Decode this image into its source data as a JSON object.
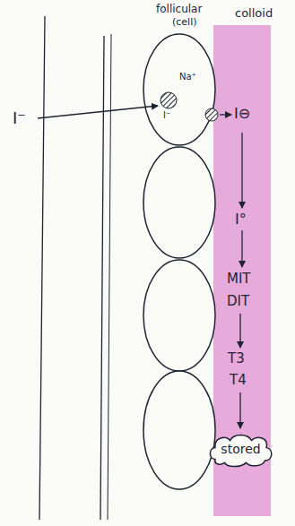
{
  "diagram": {
    "nodes": [
      {
        "text": [
          "stored"
        ]
      }
    ],
    "labels": [
      "follicular",
      "(cell)",
      "colloid",
      "I⁻",
      "Na⁺",
      "I⁻",
      "I⊖",
      "I°",
      "MIT",
      "DIT",
      "T3",
      "T4"
    ]
  }
}
